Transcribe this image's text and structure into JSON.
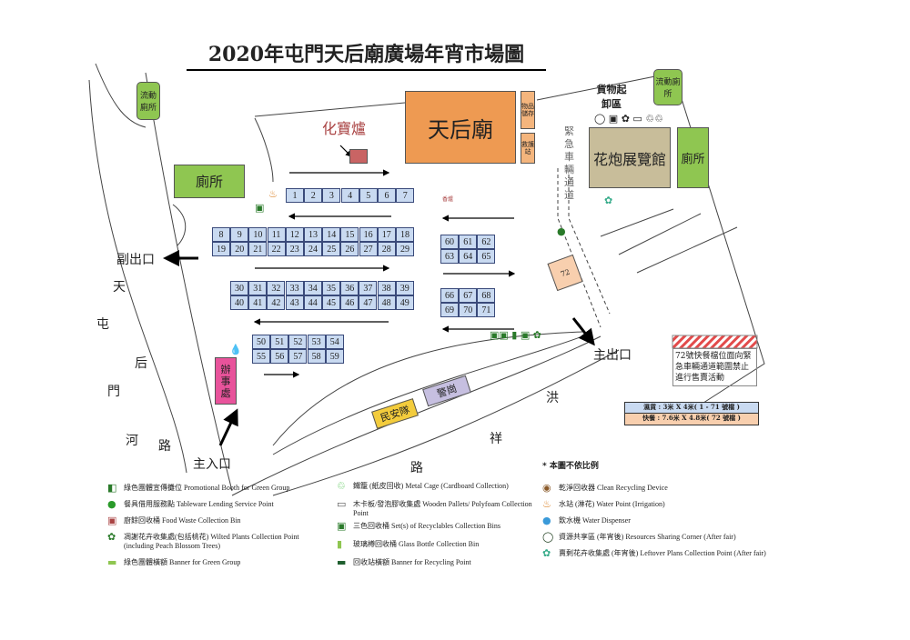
{
  "title": "2020年屯門天后廟廣場年宵市場圖",
  "buildings": {
    "temple": "天后廟",
    "joss_burner": "化寶爐",
    "storage": "物品儲存",
    "first_aid": "救護站",
    "incense_burner": "香爐",
    "toilet_left": "廁所",
    "toilet_right": "廁所",
    "mobile_toilet_left": "流動廁所",
    "mobile_toilet_right": "流動廁所",
    "loading_area": "貨物起卸區",
    "emergency_lane": "緊急車輛通道",
    "flower_hall": "花炮展覽館",
    "office": "辦事處",
    "civil_aid": "民安隊",
    "police_post": "警崗"
  },
  "stalls": {
    "row1": [
      "1",
      "2",
      "3",
      "4",
      "5",
      "6",
      "7"
    ],
    "row2": [
      "8",
      "9",
      "10",
      "11",
      "12",
      "13",
      "14",
      "15",
      "16",
      "17",
      "18"
    ],
    "row3": [
      "19",
      "20",
      "21",
      "22",
      "23",
      "24",
      "25",
      "26",
      "27",
      "28",
      "29"
    ],
    "row4": [
      "30",
      "31",
      "32",
      "33",
      "34",
      "35",
      "36",
      "37",
      "38",
      "39"
    ],
    "row5": [
      "40",
      "41",
      "42",
      "43",
      "44",
      "45",
      "46",
      "47",
      "48",
      "49"
    ],
    "row6": [
      "50",
      "51",
      "52",
      "53",
      "54"
    ],
    "row7": [
      "55",
      "56",
      "57",
      "58",
      "59"
    ],
    "right1": [
      "60",
      "61",
      "62"
    ],
    "right2": [
      "63",
      "64",
      "65"
    ],
    "right3": [
      "66",
      "67",
      "68"
    ],
    "right4": [
      "69",
      "70",
      "71"
    ],
    "fastfood": "72"
  },
  "exits": {
    "side_exit": "副出口",
    "main_exit": "主出口",
    "main_entrance": "主入口"
  },
  "roads": {
    "tuen_mun_river": [
      "屯",
      "門",
      "河"
    ],
    "tin_hau_road": [
      "天",
      "后",
      "路"
    ],
    "hung_cheung_road": [
      "洪",
      "祥",
      "路"
    ]
  },
  "notice": "72號快餐檔位面向緊急車輛通道範圍禁止進行售賣活動",
  "stall_sizes": {
    "dry_goods": "濕貨 : 3米 X 4米( 1 - 71 號檔 )",
    "fast_food": "快餐 : 7.6米 X 4.8米( 72 號檔 )"
  },
  "not_to_scale": "* 本圖不依比例",
  "legend": [
    {
      "icon": "promo-booth",
      "text": "綠色團體宣傳攤位 Promotional Booth for Green Group"
    },
    {
      "icon": "tableware",
      "text": "餐具借用服務點 Tableware Lending Service Point"
    },
    {
      "icon": "food-waste-bin",
      "text": "廚餘回收桶 Food Waste Collection Bin"
    },
    {
      "icon": "wilted-plants",
      "text": "凋謝花卉收集處(包括桃花) Wilted Plants Collection Point (including Peach Blossom Trees)"
    },
    {
      "icon": "green-banner",
      "text": "綠色團體橫額 Banner for Green Group"
    },
    {
      "icon": "metal-cage",
      "text": "鐵籠 (紙皮回收) Metal Cage (Cardboard Collection)"
    },
    {
      "icon": "wooden-pallets",
      "text": "木卡板/發泡膠收集處 Wooden Pallets/ Polyfoam Collection Point"
    },
    {
      "icon": "recycle-bins",
      "text": "三色回收桶 Set(s) of Recyclables Collection Bins"
    },
    {
      "icon": "glass-bottle",
      "text": "玻璃樽回收桶 Glass Bottle Collection Bin"
    },
    {
      "icon": "recycling-banner",
      "text": "回收站橫額 Banner for Recycling Point"
    },
    {
      "icon": "clean-recycling",
      "text": "乾淨回收器 Clean Recycling Device"
    },
    {
      "icon": "water-point",
      "text": "水站 (淋花) Water Point (Irrigation)"
    },
    {
      "icon": "water-dispenser",
      "text": "飲水機 Water Dispenser"
    },
    {
      "icon": "resources-corner",
      "text": "資源共享區 (年宵後) Resources Sharing Corner (After fair)"
    },
    {
      "icon": "leftover-plants",
      "text": "賣剩花卉收集處 (年宵後) Leftover Plans Collection Point (After fair)"
    }
  ],
  "colors": {
    "temple": "#ee9a52",
    "toilet": "#8fc651",
    "stall": "#c9daf1",
    "hall": "#c8bd9a",
    "office": "#e8539b",
    "civil_aid": "#f3cc3c",
    "police": "#c6bfe0",
    "fastfood": "#f8cfae"
  }
}
